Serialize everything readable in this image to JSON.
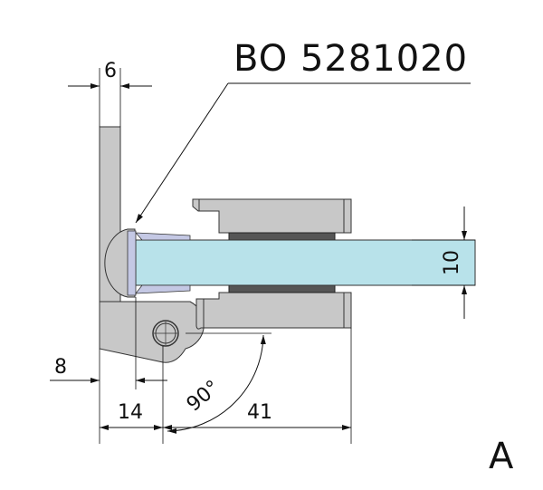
{
  "part_number": "BO 5281020",
  "view_label": "A",
  "dimensions": {
    "plate_thickness": "6",
    "glass_thickness": "10",
    "seal_offset": "8",
    "pin_offset": "14",
    "clamp_length": "41",
    "opening_angle": "90°"
  },
  "colors": {
    "metal": "#c8c8c8",
    "glass": "#b8e2ea",
    "seal": "#c4c8e4",
    "pad": "#555555",
    "line": "#111111"
  }
}
